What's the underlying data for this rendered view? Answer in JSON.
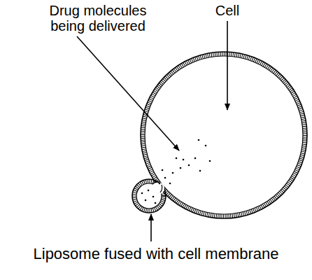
{
  "diagram": {
    "labels": [
      "Drug molecules being delivered",
      "Cell",
      "Liposome fused with cell membrane"
    ]
  }
}
